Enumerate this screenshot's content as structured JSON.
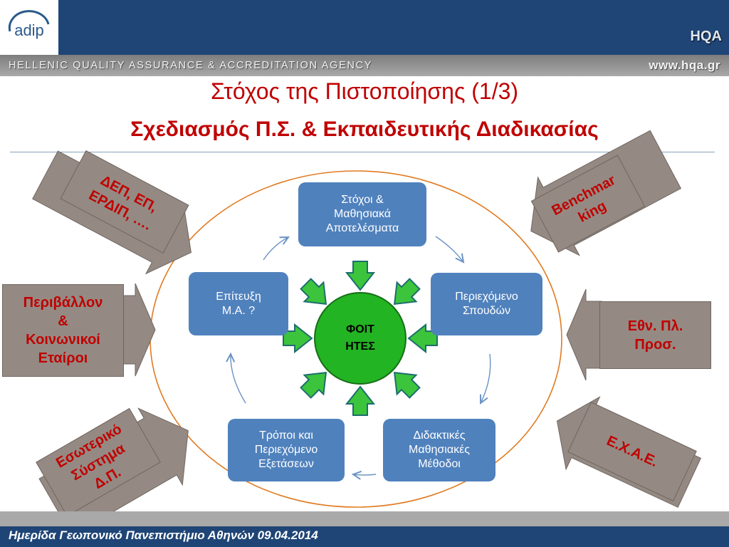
{
  "header": {
    "logo_text": "adip",
    "badge": "HQA",
    "agency": "HELLENIC QUALITY ASSURANCE  & ACCREDITATION AGENCY",
    "website": "www.hqa.gr"
  },
  "title": "Στόχος της Πιστοποίησης  (1/3)",
  "subtitle": "Σχεδιασμός Π.Σ. & Εκπαιδευτικής  Διαδικασίας",
  "cycle": {
    "center": "ΦΟΙΤ\nΗΤΕΣ",
    "nodes": [
      "Στόχοι &\nΜαθησιακά\nΑποτελέσματα",
      "Περιεχόμενο\nΣπουδών",
      "Διδακτικές\nΜαθησιακές\nΜέθοδοι",
      "Τρόποι και\nΠεριεχόμενο\nΕξετάσεων",
      "Επίτευξη\nΜ.Α. ?"
    ]
  },
  "inputs": {
    "top_left": "ΔΕΠ, ΕΠ,\nΕΡΔΙΠ, ….",
    "mid_left": "Περιβάλλον\n&\nΚοινωνικοί\nΕταίροι",
    "bottom_left": "Εσωτερικό\nΣύστημα\nΔ.Π.",
    "top_right": "Benchmar\nking",
    "mid_right": "Εθν. Πλ.\nΠροσ.",
    "bottom_right": "Ε.Χ.Α.Ε."
  },
  "colors": {
    "header": "#1f4576",
    "title": "#c00000",
    "node": "#4f81bd",
    "center": "#22b422",
    "tag": "#958a83",
    "ellipse": "#e07b22"
  },
  "footer": "Ημερίδα Γεωπονικό Πανεπιστήμιο Αθηνών 09.04.2014"
}
